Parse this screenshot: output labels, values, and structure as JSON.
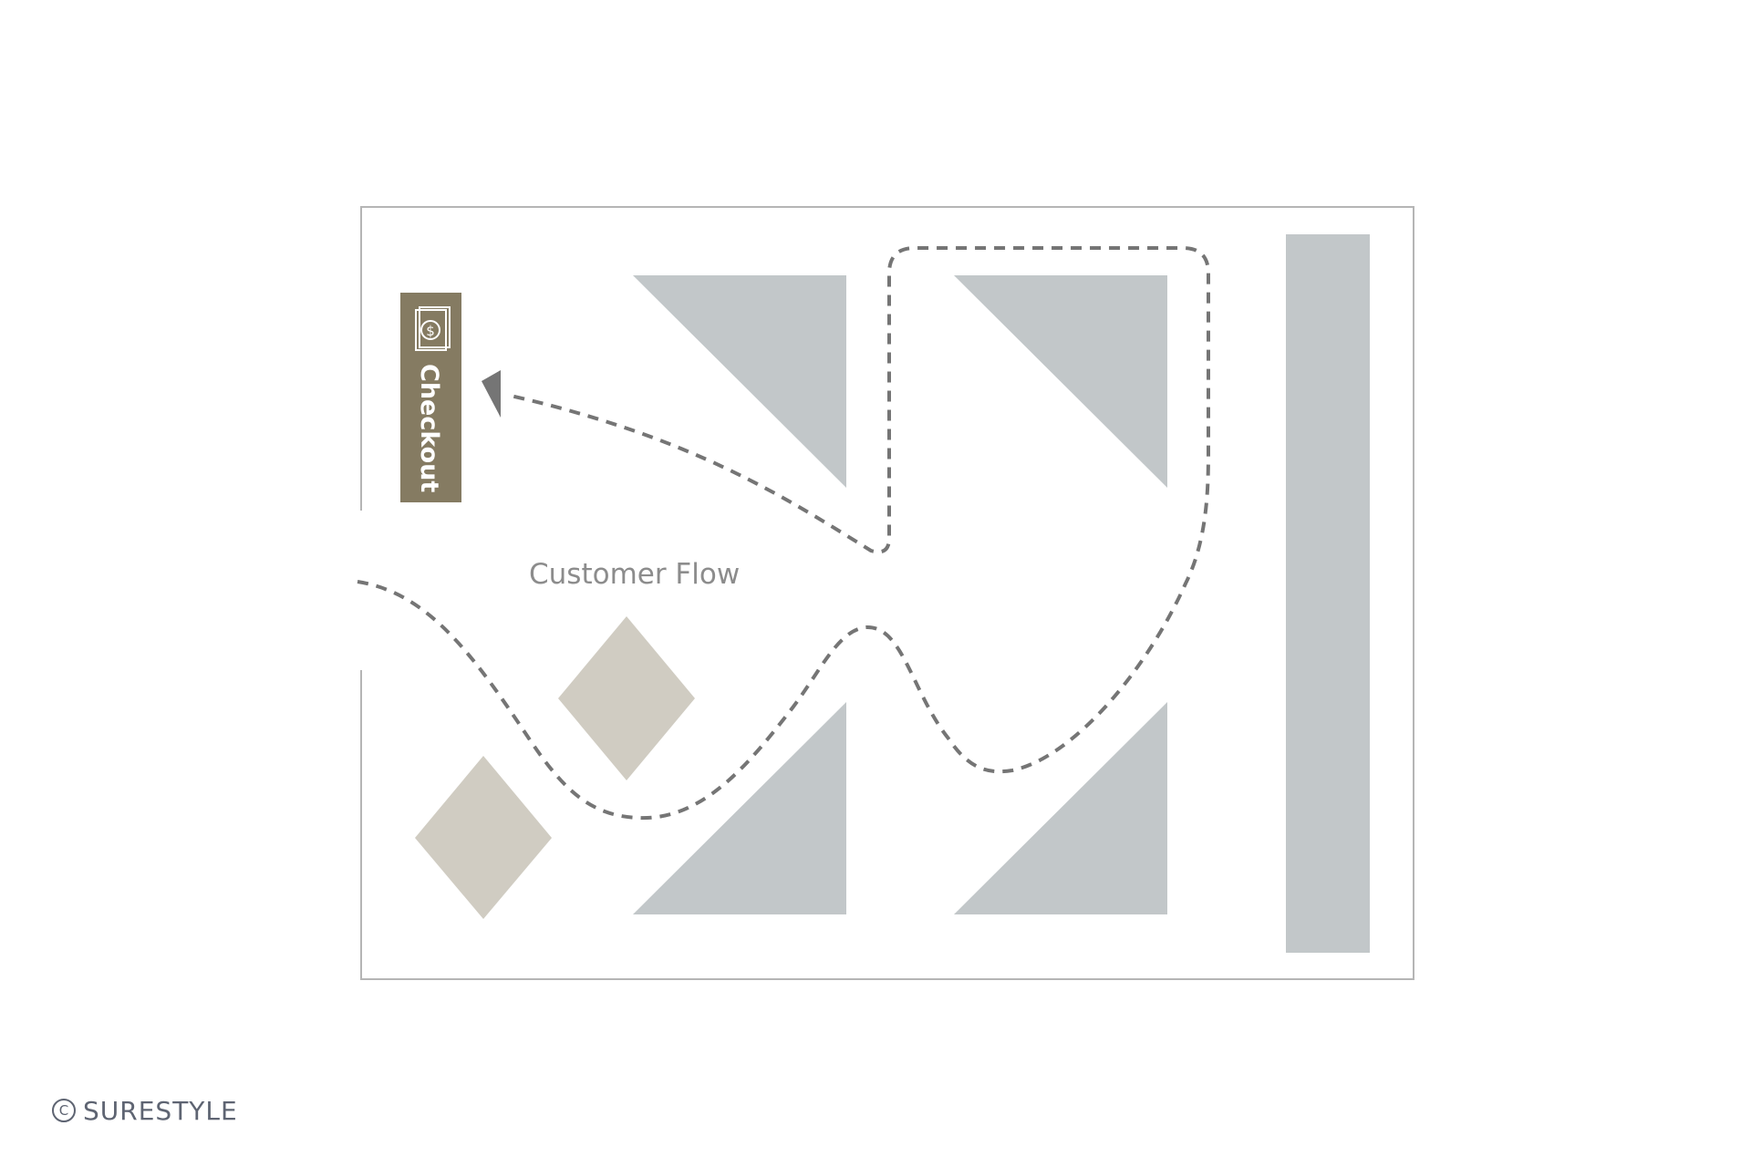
{
  "diagram": {
    "flow_label": "Customer Flow",
    "checkout_label": "Checkout",
    "checkout_icon": "money-icon"
  },
  "footer": {
    "copyright_symbol": "C",
    "brand": "SURESTYLE"
  },
  "colors": {
    "shelf": "#c2c7c9",
    "display_table": "#d0ccc2",
    "checkout": "#857b62",
    "path": "#757575",
    "border": "#b5b5b5",
    "label": "#8c8c8c",
    "brand": "#5e6472"
  }
}
